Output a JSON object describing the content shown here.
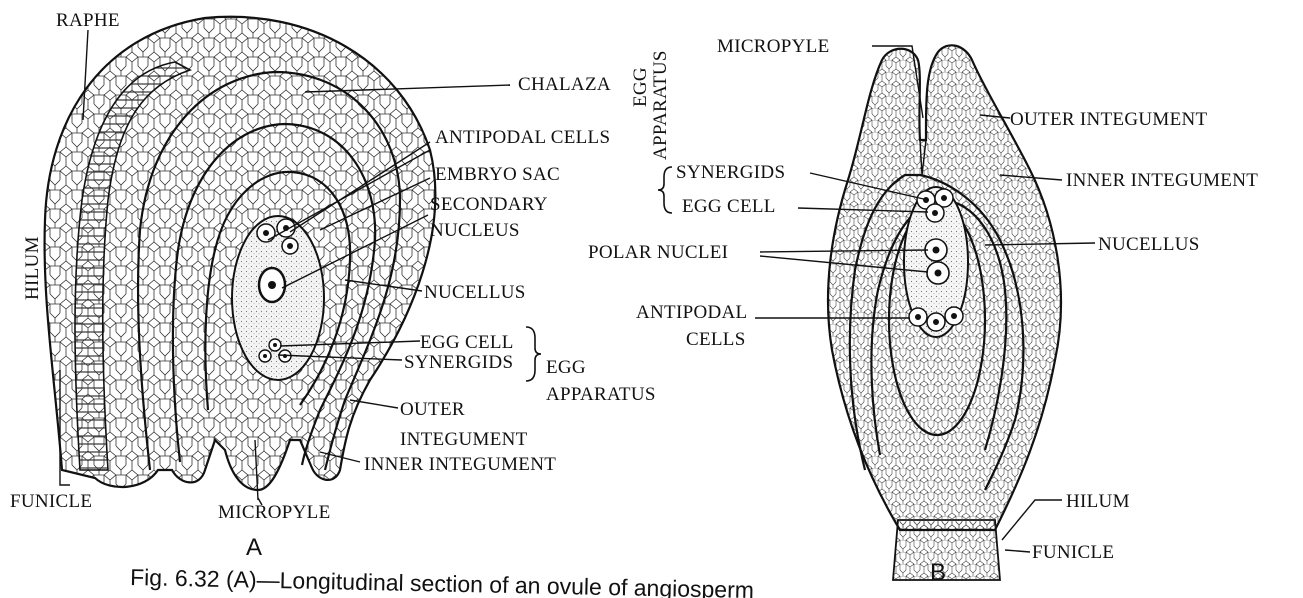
{
  "figure_a": {
    "letter": "A",
    "labels": {
      "raphe": "RAPHE",
      "hilum": "HILUM",
      "chalaza": "CHALAZA",
      "egg_apparatus_vertical_1": "EGG",
      "egg_apparatus_vertical_2": "APPARATUS",
      "antipodal_cells": "ANTIPODAL CELLS",
      "embryo_sac": "EMBRYO SAC",
      "secondary_nucleus_1": "SECONDARY",
      "secondary_nucleus_2": "NUCLEUS",
      "nucellus": "NUCELLUS",
      "egg_cell": "EGG CELL",
      "synergids": "SYNERGIDS",
      "egg_apparatus_1": "EGG",
      "egg_apparatus_2": "APPARATUS",
      "outer_integument_1": "OUTER",
      "outer_integument_2": "INTEGUMENT",
      "inner_integument": "INNER INTEGUMENT",
      "funicle": "FUNICLE",
      "micropyle": "MICROPYLE"
    }
  },
  "figure_b": {
    "letter": "B",
    "labels": {
      "micropyle": "MICROPYLE",
      "outer_integument": "OUTER INTEGUMENT",
      "synergids": "SYNERGIDS",
      "inner_integument": "INNER INTEGUMENT",
      "egg_cell": "EGG CELL",
      "nucellus": "NUCELLUS",
      "polar_nuclei": "POLAR NUCLEI",
      "antipodal_cells_1": "ANTIPODAL",
      "antipodal_cells_2": "CELLS",
      "hilum": "HILUM",
      "funicle": "FUNICLE"
    }
  },
  "caption": "Fig. 6.32 (A)—Longitudinal section of an ovule of angiosperm"
}
